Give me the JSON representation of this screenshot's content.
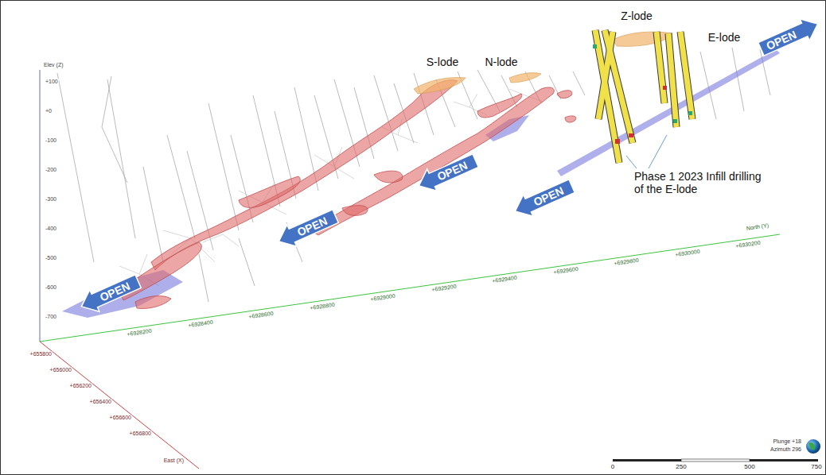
{
  "diagram": {
    "nodes": [
      {
        "text": [
          "OPEN"
        ]
      },
      {
        "text": [
          "OPEN"
        ]
      },
      {
        "text": [
          "OPEN"
        ]
      },
      {
        "text": [
          "OPEN"
        ]
      },
      {
        "text": [
          "OPEN"
        ]
      }
    ],
    "labels": [
      "S-lode",
      "N-lode",
      "Z-lode",
      "E-lode",
      "Phase 1 2023 Infill drilling of the E-lode",
      "Elev (Z)",
      "+100",
      "+0",
      "-100",
      "-200",
      "-300",
      "-400",
      "-500",
      "-600",
      "-700",
      "+6928200",
      "+6928400",
      "+6928600",
      "+6928800",
      "+6929000",
      "+6929200",
      "+6929400",
      "+6929600",
      "+6929800",
      "+6930000",
      "+6930200",
      "North (Y)",
      "+655800",
      "+656000",
      "+656200",
      "+656400",
      "+656600",
      "+656800",
      "East (X)",
      "Plunge +18",
      "Azimuth 296",
      "0",
      "250",
      "500",
      "750"
    ]
  }
}
